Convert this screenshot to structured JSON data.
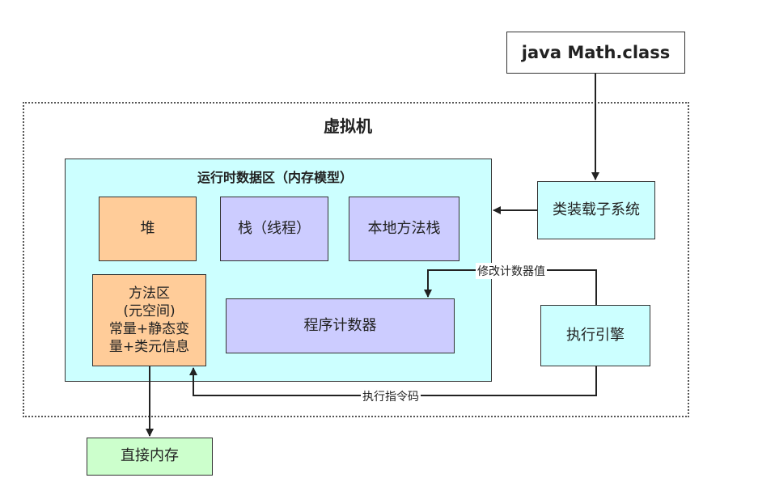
{
  "diagram": {
    "input_class": "java Math.class",
    "vm": {
      "title": "虚拟机"
    },
    "runtime_area": {
      "title": "运行时数据区（内存模型）"
    },
    "nodes": {
      "heap": "堆",
      "stack": "栈（线程）",
      "native_stack": "本地方法栈",
      "method_area": {
        "line1": "方法区",
        "line2": "(元空间)",
        "line3": "常量+静态变",
        "line4": "量+类元信息"
      },
      "program_counter": "程序计数器",
      "class_loader": "类装载子系统",
      "execution_engine": "执行引擎",
      "direct_memory": "直接内存"
    },
    "edges": {
      "modify_counter": "修改计数器值",
      "execute_instruction": "执行指令码"
    }
  }
}
